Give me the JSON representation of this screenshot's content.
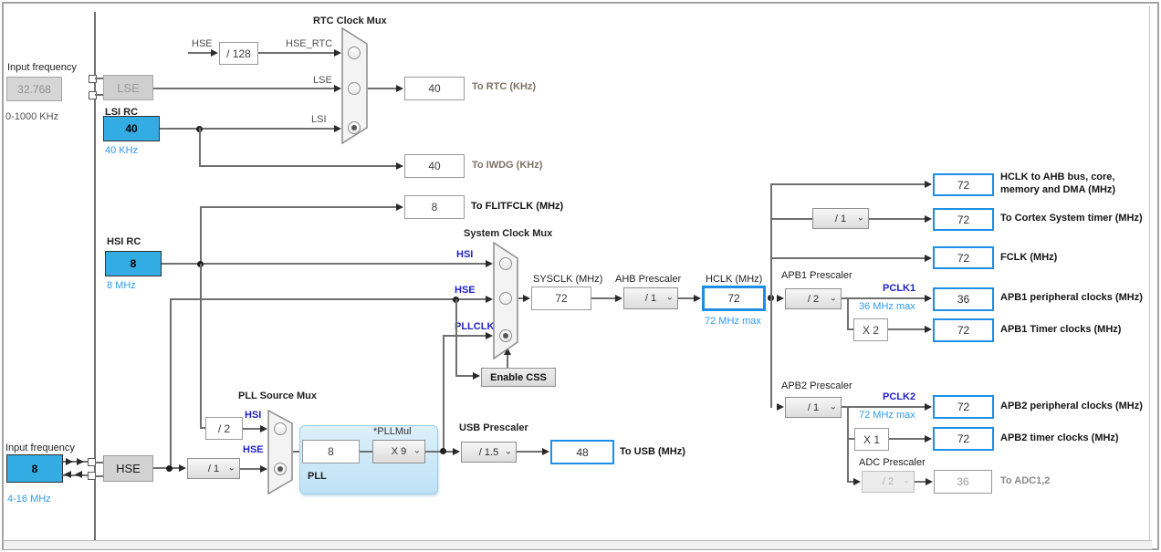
{
  "colors": {
    "highlight_fill": "#33ace3",
    "active_border": "#1d8fe8",
    "freq_text": "#2f9bf2",
    "signal_text": "#2121cd"
  },
  "left": {
    "lse_input_label": "Input frequency",
    "lse_input_value": "32.768",
    "lse_input_range": "0-1000 KHz",
    "lse_label": "LSE",
    "lsi_title": "LSI RC",
    "lsi_value": "40",
    "lsi_freq": "40 KHz",
    "hsi_title": "HSI RC",
    "hsi_value": "8",
    "hsi_freq": "8 MHz",
    "hse_input_label": "Input frequency",
    "hse_input_value": "8",
    "hse_input_range": "4-16 MHz",
    "hse_label": "HSE",
    "hse_div": "/ 1"
  },
  "rtc": {
    "mux_title": "RTC Clock Mux",
    "hse_label": "HSE",
    "hse_div": "/ 128",
    "hse_rtc_label": "HSE_RTC",
    "lse_label": "LSE",
    "lsi_label": "LSI",
    "to_rtc_value": "40",
    "to_rtc_label": "To RTC (KHz)",
    "to_iwdg_value": "40",
    "to_iwdg_label": "To IWDG (KHz)"
  },
  "flitf": {
    "value": "8",
    "label": "To FLITFCLK (MHz)"
  },
  "sys": {
    "mux_title": "System Clock Mux",
    "hsi_label": "HSI",
    "hse_label": "HSE",
    "pllclk_label": "PLLCLK",
    "css_button": "Enable CSS",
    "sysclk_label": "SYSCLK (MHz)",
    "sysclk_value": "72",
    "ahb_label": "AHB Prescaler",
    "ahb_value": "/ 1",
    "hclk_label": "HCLK (MHz)",
    "hclk_value": "72",
    "hclk_max": "72 MHz max"
  },
  "pll": {
    "mux_title": "PLL Source Mux",
    "hsi_label": "HSI",
    "hsi_div": "/ 2",
    "hse_label": "HSE",
    "title": "PLL",
    "mul_label": "*PLLMul",
    "input_value": "8",
    "mul_value": "X 9"
  },
  "usb": {
    "label": "USB Prescaler",
    "presc": "/ 1.5",
    "value": "48",
    "out_label": "To USB (MHz)"
  },
  "cortex_presc": "/ 1",
  "apb1": {
    "label": "APB1 Prescaler",
    "presc": "/ 2",
    "pclk": "PCLK1",
    "max": "36 MHz max",
    "mul": "X 2"
  },
  "apb2": {
    "label": "APB2 Prescaler",
    "presc": "/ 1",
    "pclk": "PCLK2",
    "max": "72 MHz max",
    "mul": "X 1"
  },
  "adc": {
    "label": "ADC Prescaler",
    "presc": "/ 2",
    "value": "36",
    "out_label": "To ADC1,2"
  },
  "outputs": {
    "hclk_ahb": {
      "value": "72",
      "label_line1": "HCLK to AHB bus, core,",
      "label_line2": "memory and DMA (MHz)"
    },
    "cortex_timer": {
      "value": "72",
      "label": "To Cortex System timer (MHz)"
    },
    "fclk": {
      "value": "72",
      "label": "FCLK (MHz)"
    },
    "apb1_periph": {
      "value": "36",
      "label": "APB1 peripheral clocks (MHz)"
    },
    "apb1_timer": {
      "value": "72",
      "label": "APB1 Timer clocks (MHz)"
    },
    "apb2_periph": {
      "value": "72",
      "label": "APB2 peripheral clocks (MHz)"
    },
    "apb2_timer": {
      "value": "72",
      "label": "APB2 timer clocks (MHz)"
    }
  }
}
